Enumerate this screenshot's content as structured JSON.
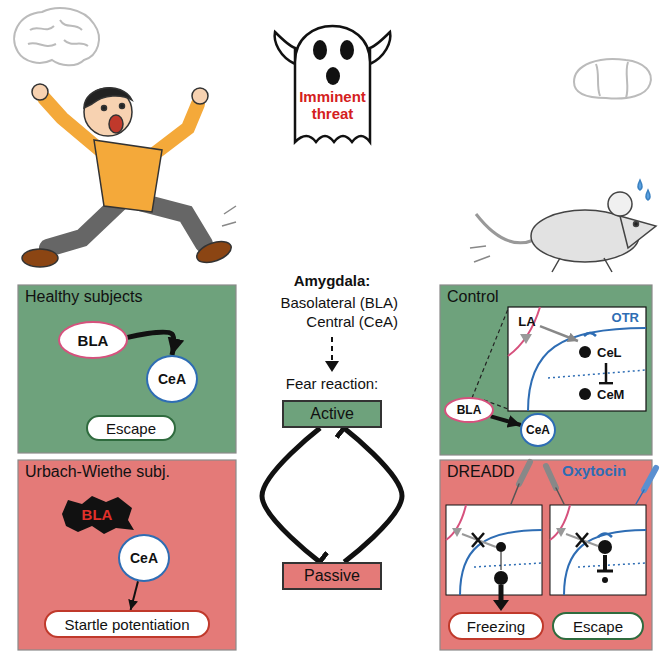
{
  "diagram": {
    "nodes": [
      {
        "text": [
          "Imminent threat"
        ]
      },
      {
        "text": [
          "Healthy subjects"
        ]
      },
      {
        "text": [
          "BLA"
        ],
        "in": 1
      },
      {
        "text": [
          "CeA"
        ],
        "in": 1
      },
      {
        "text": [
          "Escape"
        ],
        "in": 1
      },
      {
        "text": [
          "Urbach-Wiethe subj."
        ]
      },
      {
        "text": [
          "BLA"
        ],
        "in": 5
      },
      {
        "text": [
          "CeA"
        ],
        "in": 5
      },
      {
        "text": [
          "Startle potentiation"
        ],
        "in": 5
      },
      {
        "text": [
          "Active"
        ]
      },
      {
        "text": [
          "Passive"
        ]
      },
      {
        "text": [
          "Control"
        ]
      },
      {
        "text": [
          "OTR"
        ],
        "in": 11
      },
      {
        "text": [
          "LA"
        ],
        "in": 12
      },
      {
        "text": [
          "CeL"
        ],
        "in": 12
      },
      {
        "text": [
          "CeM"
        ],
        "in": 12
      },
      {
        "text": [
          "BLA"
        ],
        "in": 11
      },
      {
        "text": [
          "CeA"
        ],
        "in": 11
      },
      {
        "text": [
          "DREADD"
        ]
      },
      {
        "text": [
          "Freezing"
        ],
        "in": 18
      },
      {
        "text": [
          "Escape"
        ],
        "in": 18
      }
    ],
    "edges": [
      {
        "from": 2,
        "to": 3,
        "arrow": "to"
      },
      {
        "from": 7,
        "to": 8,
        "arrow": "to"
      },
      {
        "from": 9,
        "to": 10,
        "arrow": "to"
      },
      {
        "from": 10,
        "to": 9,
        "arrow": "to"
      },
      {
        "from": 16,
        "to": 17,
        "arrow": "to"
      },
      {
        "from": 13,
        "to": 14,
        "arrow": "to"
      },
      {
        "from": 14,
        "to": 15,
        "arrow": "to"
      }
    ],
    "labels": [
      "Amygdala:",
      "Basolateral (BLA)",
      "Central (CeA)",
      "Fear reaction:",
      "Oxytocin"
    ]
  }
}
